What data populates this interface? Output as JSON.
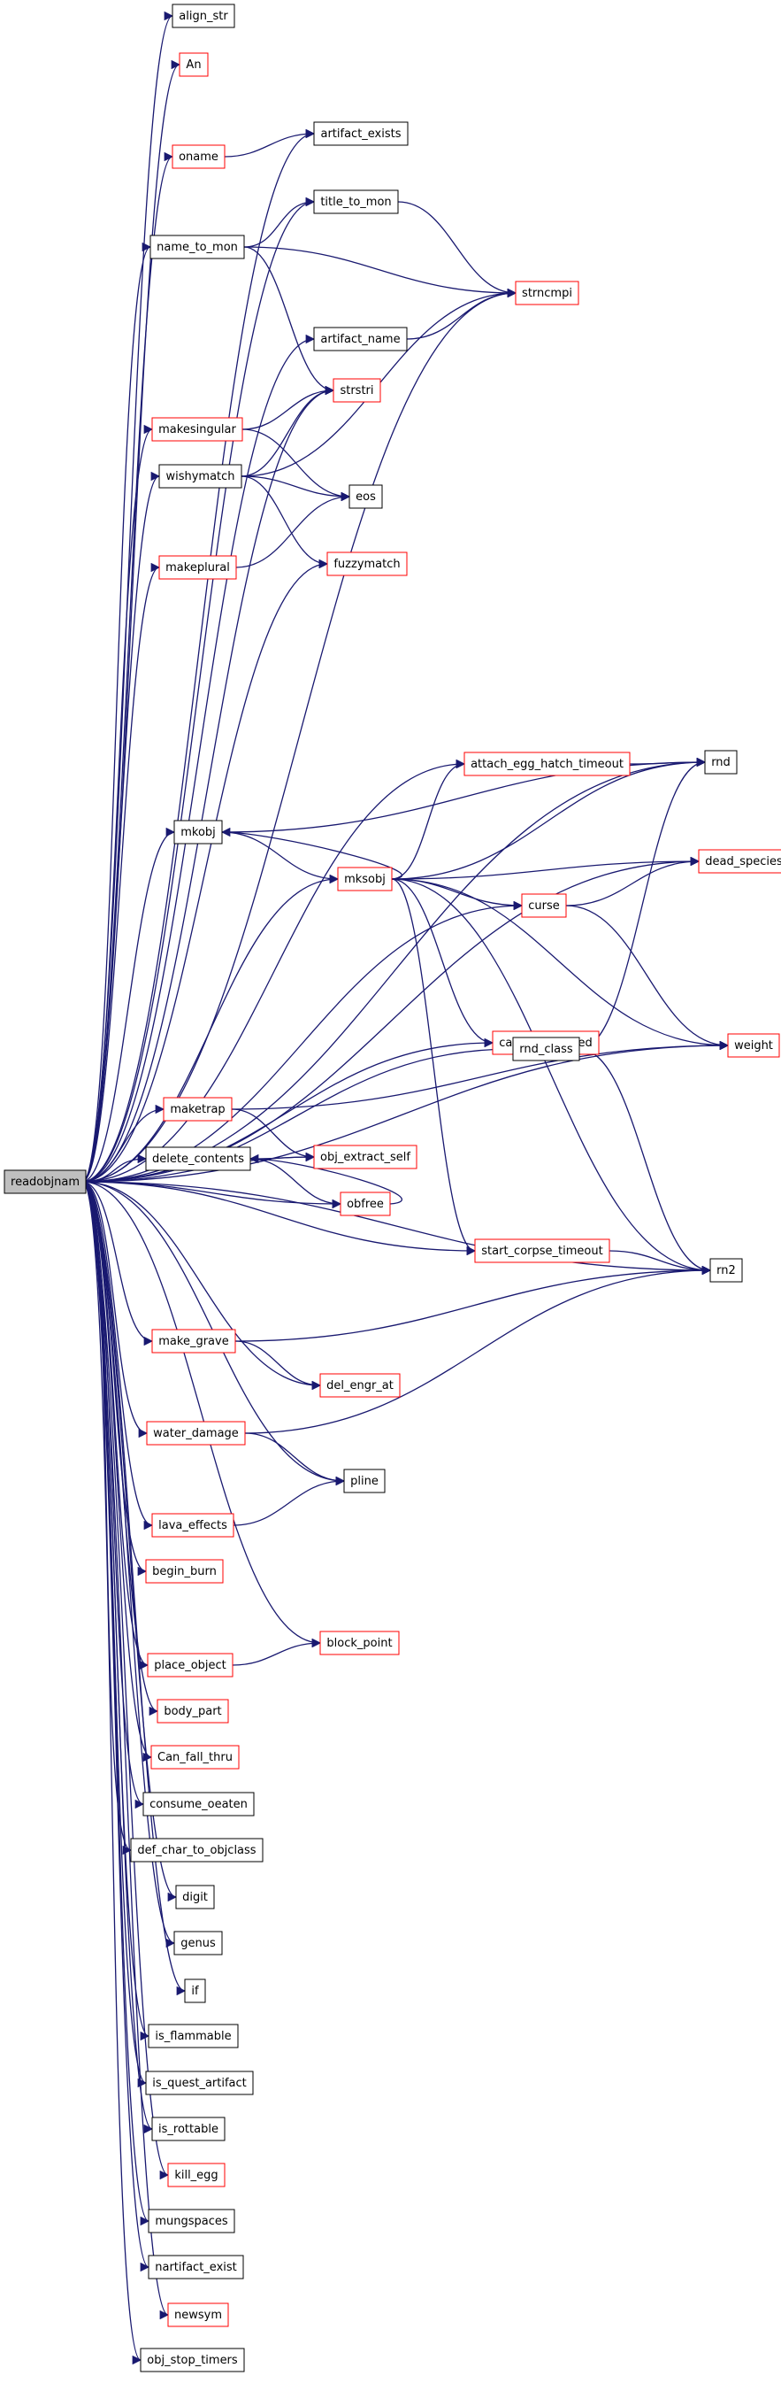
{
  "colors": {
    "edge": "#191970",
    "node_border_default": "#000000",
    "node_border_truncated": "#ff0000",
    "root_fill": "#bfbfbf"
  },
  "nodes": [
    {
      "id": "readobjnam",
      "label": "readobjnam",
      "style": "root"
    },
    {
      "id": "align_str",
      "label": "align_str",
      "style": "black"
    },
    {
      "id": "An",
      "label": "An",
      "style": "red"
    },
    {
      "id": "artifact_exists",
      "label": "artifact_exists",
      "style": "black"
    },
    {
      "id": "oname",
      "label": "oname",
      "style": "red"
    },
    {
      "id": "title_to_mon",
      "label": "title_to_mon",
      "style": "black"
    },
    {
      "id": "name_to_mon",
      "label": "name_to_mon",
      "style": "black"
    },
    {
      "id": "strncmpi",
      "label": "strncmpi",
      "style": "red"
    },
    {
      "id": "artifact_name",
      "label": "artifact_name",
      "style": "black"
    },
    {
      "id": "strstri",
      "label": "strstri",
      "style": "red"
    },
    {
      "id": "makesingular",
      "label": "makesingular",
      "style": "red"
    },
    {
      "id": "wishymatch",
      "label": "wishymatch",
      "style": "black"
    },
    {
      "id": "eos",
      "label": "eos",
      "style": "black"
    },
    {
      "id": "makeplural",
      "label": "makeplural",
      "style": "red"
    },
    {
      "id": "fuzzymatch",
      "label": "fuzzymatch",
      "style": "red"
    },
    {
      "id": "attach_egg_hatch_timeout",
      "label": "attach_egg_hatch_timeout",
      "style": "red"
    },
    {
      "id": "rnd",
      "label": "rnd",
      "style": "black"
    },
    {
      "id": "mkobj",
      "label": "mkobj",
      "style": "black"
    },
    {
      "id": "mksobj",
      "label": "mksobj",
      "style": "red"
    },
    {
      "id": "dead_species",
      "label": "dead_species",
      "style": "red"
    },
    {
      "id": "curse",
      "label": "curse",
      "style": "red"
    },
    {
      "id": "can_be_hatched",
      "label": "can_be_hatched",
      "style": "red"
    },
    {
      "id": "weight",
      "label": "weight",
      "style": "red"
    },
    {
      "id": "rnd_class",
      "label": "rnd_class",
      "style": "black"
    },
    {
      "id": "maketrap",
      "label": "maketrap",
      "style": "red"
    },
    {
      "id": "delete_contents",
      "label": "delete_contents",
      "style": "black"
    },
    {
      "id": "obj_extract_self",
      "label": "obj_extract_self",
      "style": "red"
    },
    {
      "id": "obfree",
      "label": "obfree",
      "style": "red"
    },
    {
      "id": "start_corpse_timeout",
      "label": "start_corpse_timeout",
      "style": "red"
    },
    {
      "id": "rn2",
      "label": "rn2",
      "style": "black"
    },
    {
      "id": "make_grave",
      "label": "make_grave",
      "style": "red"
    },
    {
      "id": "del_engr_at",
      "label": "del_engr_at",
      "style": "red"
    },
    {
      "id": "water_damage",
      "label": "water_damage",
      "style": "red"
    },
    {
      "id": "pline",
      "label": "pline",
      "style": "black"
    },
    {
      "id": "lava_effects",
      "label": "lava_effects",
      "style": "red"
    },
    {
      "id": "begin_burn",
      "label": "begin_burn",
      "style": "red"
    },
    {
      "id": "block_point",
      "label": "block_point",
      "style": "red"
    },
    {
      "id": "place_object",
      "label": "place_object",
      "style": "red"
    },
    {
      "id": "body_part",
      "label": "body_part",
      "style": "red"
    },
    {
      "id": "Can_fall_thru",
      "label": "Can_fall_thru",
      "style": "red"
    },
    {
      "id": "consume_oeaten",
      "label": "consume_oeaten",
      "style": "black"
    },
    {
      "id": "def_char_to_objclass",
      "label": "def_char_to_objclass",
      "style": "black"
    },
    {
      "id": "digit",
      "label": "digit",
      "style": "black"
    },
    {
      "id": "genus",
      "label": "genus",
      "style": "black"
    },
    {
      "id": "if",
      "label": "if",
      "style": "black"
    },
    {
      "id": "is_flammable",
      "label": "is_flammable",
      "style": "black"
    },
    {
      "id": "is_quest_artifact",
      "label": "is_quest_artifact",
      "style": "black"
    },
    {
      "id": "is_rottable",
      "label": "is_rottable",
      "style": "black"
    },
    {
      "id": "kill_egg",
      "label": "kill_egg",
      "style": "red"
    },
    {
      "id": "mungspaces",
      "label": "mungspaces",
      "style": "black"
    },
    {
      "id": "nartifact_exist",
      "label": "nartifact_exist",
      "style": "black"
    },
    {
      "id": "newsym",
      "label": "newsym",
      "style": "red"
    },
    {
      "id": "obj_stop_timers",
      "label": "obj_stop_timers",
      "style": "black"
    }
  ],
  "edges": [
    [
      "readobjnam",
      "align_str"
    ],
    [
      "readobjnam",
      "An"
    ],
    [
      "readobjnam",
      "artifact_exists"
    ],
    [
      "readobjnam",
      "oname"
    ],
    [
      "readobjnam",
      "title_to_mon"
    ],
    [
      "readobjnam",
      "name_to_mon"
    ],
    [
      "readobjnam",
      "strncmpi"
    ],
    [
      "readobjnam",
      "artifact_name"
    ],
    [
      "readobjnam",
      "strstri"
    ],
    [
      "readobjnam",
      "makesingular"
    ],
    [
      "readobjnam",
      "wishymatch"
    ],
    [
      "readobjnam",
      "makeplural"
    ],
    [
      "readobjnam",
      "fuzzymatch"
    ],
    [
      "readobjnam",
      "rnd"
    ],
    [
      "readobjnam",
      "attach_egg_hatch_timeout"
    ],
    [
      "readobjnam",
      "dead_species"
    ],
    [
      "readobjnam",
      "mkobj"
    ],
    [
      "readobjnam",
      "mksobj"
    ],
    [
      "readobjnam",
      "curse"
    ],
    [
      "readobjnam",
      "can_be_hatched"
    ],
    [
      "readobjnam",
      "rnd_class"
    ],
    [
      "readobjnam",
      "maketrap"
    ],
    [
      "readobjnam",
      "weight"
    ],
    [
      "readobjnam",
      "delete_contents"
    ],
    [
      "readobjnam",
      "obj_extract_self"
    ],
    [
      "readobjnam",
      "obfree"
    ],
    [
      "readobjnam",
      "start_corpse_timeout"
    ],
    [
      "readobjnam",
      "rn2"
    ],
    [
      "readobjnam",
      "make_grave"
    ],
    [
      "readobjnam",
      "del_engr_at"
    ],
    [
      "readobjnam",
      "water_damage"
    ],
    [
      "readobjnam",
      "pline"
    ],
    [
      "readobjnam",
      "lava_effects"
    ],
    [
      "readobjnam",
      "begin_burn"
    ],
    [
      "readobjnam",
      "block_point"
    ],
    [
      "readobjnam",
      "place_object"
    ],
    [
      "readobjnam",
      "body_part"
    ],
    [
      "readobjnam",
      "Can_fall_thru"
    ],
    [
      "readobjnam",
      "consume_oeaten"
    ],
    [
      "readobjnam",
      "def_char_to_objclass"
    ],
    [
      "readobjnam",
      "digit"
    ],
    [
      "readobjnam",
      "genus"
    ],
    [
      "readobjnam",
      "if"
    ],
    [
      "readobjnam",
      "is_flammable"
    ],
    [
      "readobjnam",
      "is_quest_artifact"
    ],
    [
      "readobjnam",
      "is_rottable"
    ],
    [
      "readobjnam",
      "kill_egg"
    ],
    [
      "readobjnam",
      "mungspaces"
    ],
    [
      "readobjnam",
      "nartifact_exist"
    ],
    [
      "readobjnam",
      "newsym"
    ],
    [
      "readobjnam",
      "obj_stop_timers"
    ],
    [
      "oname",
      "artifact_exists"
    ],
    [
      "name_to_mon",
      "title_to_mon"
    ],
    [
      "name_to_mon",
      "strncmpi"
    ],
    [
      "name_to_mon",
      "strstri"
    ],
    [
      "title_to_mon",
      "strncmpi"
    ],
    [
      "artifact_name",
      "strncmpi"
    ],
    [
      "makesingular",
      "strstri"
    ],
    [
      "makesingular",
      "eos"
    ],
    [
      "wishymatch",
      "strstri"
    ],
    [
      "wishymatch",
      "strncmpi"
    ],
    [
      "wishymatch",
      "eos"
    ],
    [
      "wishymatch",
      "fuzzymatch"
    ],
    [
      "makeplural",
      "eos"
    ],
    [
      "mkobj",
      "rnd"
    ],
    [
      "mkobj",
      "mksobj"
    ],
    [
      "mksobj",
      "mkobj"
    ],
    [
      "mksobj",
      "attach_egg_hatch_timeout"
    ],
    [
      "mksobj",
      "rnd"
    ],
    [
      "mksobj",
      "dead_species"
    ],
    [
      "mksobj",
      "curse"
    ],
    [
      "mksobj",
      "can_be_hatched"
    ],
    [
      "mksobj",
      "weight"
    ],
    [
      "mksobj",
      "rn2"
    ],
    [
      "mksobj",
      "start_corpse_timeout"
    ],
    [
      "attach_egg_hatch_timeout",
      "rnd"
    ],
    [
      "curse",
      "dead_species"
    ],
    [
      "curse",
      "weight"
    ],
    [
      "rnd_class",
      "rnd"
    ],
    [
      "rnd_class",
      "rn2"
    ],
    [
      "maketrap",
      "obj_extract_self"
    ],
    [
      "maketrap",
      "weight"
    ],
    [
      "delete_contents",
      "obj_extract_self"
    ],
    [
      "delete_contents",
      "obfree"
    ],
    [
      "obfree",
      "delete_contents"
    ],
    [
      "start_corpse_timeout",
      "rn2"
    ],
    [
      "make_grave",
      "del_engr_at"
    ],
    [
      "make_grave",
      "rn2"
    ],
    [
      "water_damage",
      "pline"
    ],
    [
      "water_damage",
      "rn2"
    ],
    [
      "lava_effects",
      "pline"
    ],
    [
      "place_object",
      "block_point"
    ]
  ]
}
